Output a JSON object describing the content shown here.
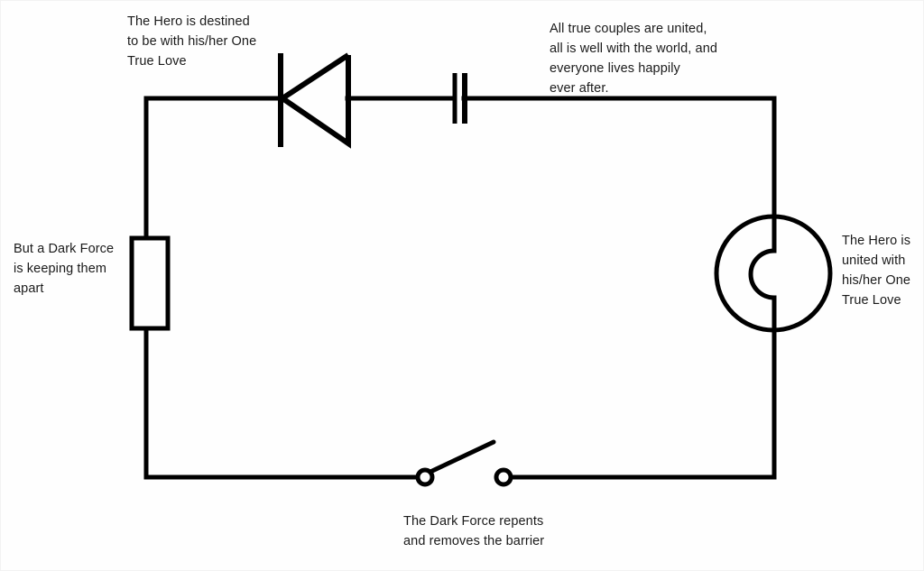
{
  "diagram": {
    "type": "circuit-schematic",
    "background_color": "#fefefe",
    "wire_color": "#000000",
    "text_color": "#1a1a1a",
    "annotations": {
      "diode": "The Hero is destined\nto be with his/her One\nTrue Love",
      "capacitor": "All true couples are united,\nall is well with the world, and\neveryone lives happily\never after.",
      "resistor": "But a Dark Force\nis keeping them\napart",
      "lamp": "The Hero is\nunited with\nhis/her One\nTrue Love",
      "switch": "The Dark Force repents\nand removes the barrier"
    },
    "components": [
      {
        "name": "diode",
        "symbol": "diode-icon",
        "position": "top-wire-left",
        "orientation": "cathode-left"
      },
      {
        "name": "capacitor",
        "symbol": "capacitor-icon",
        "position": "top-wire-right"
      },
      {
        "name": "resistor",
        "symbol": "resistor-icon",
        "position": "left-wire"
      },
      {
        "name": "lamp",
        "symbol": "lamp-icon",
        "position": "right-wire"
      },
      {
        "name": "switch",
        "symbol": "switch-open-icon",
        "position": "bottom-wire",
        "state": "open"
      }
    ]
  }
}
